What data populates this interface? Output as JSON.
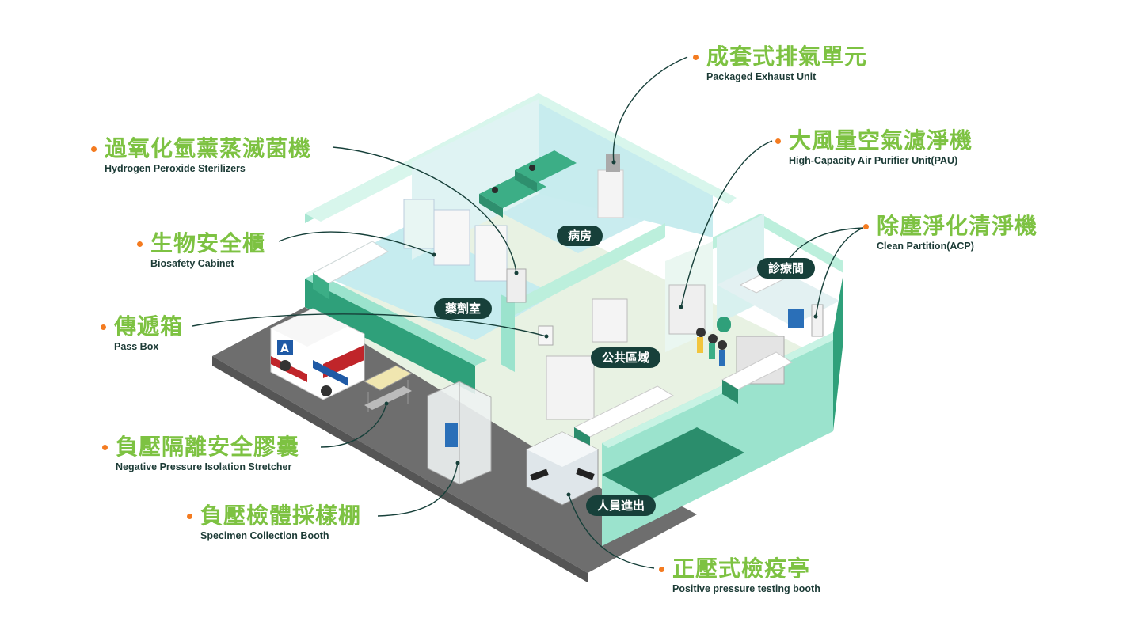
{
  "labels": [
    {
      "id": "exhaust",
      "zh": "成套式排氣單元",
      "en": "Packaged Exhaust Unit"
    },
    {
      "id": "pau",
      "zh": "大風量空氣濾淨機",
      "en": "High-Capacity Air Purifier Unit(PAU)"
    },
    {
      "id": "acp",
      "zh": "除塵淨化清淨機",
      "en": "Clean Partition(ACP)"
    },
    {
      "id": "h2o2",
      "zh": "過氧化氫薰蒸滅菌機",
      "en": "Hydrogen Peroxide Sterilizers"
    },
    {
      "id": "bsc",
      "zh": "生物安全櫃",
      "en": "Biosafety Cabinet"
    },
    {
      "id": "passbox",
      "zh": "傳遞箱",
      "en": "Pass Box"
    },
    {
      "id": "stretcher",
      "zh": "負壓隔離安全膠囊",
      "en": "Negative Pressure Isolation Stretcher"
    },
    {
      "id": "booth",
      "zh": "負壓檢體採樣棚",
      "en": "Specimen Collection Booth"
    },
    {
      "id": "positive",
      "zh": "正壓式檢疫亭",
      "en": "Positive pressure testing booth"
    }
  ],
  "rooms": {
    "ward": "病房",
    "clinic": "診療間",
    "pharmacy": "藥劑室",
    "public": "公共區域",
    "entrance": "人員進出"
  },
  "vehicle_letter": "A",
  "colors": {
    "accent_green": "#7dc242",
    "dot_orange": "#f47b20",
    "pill_dark": "#17403a",
    "wall_mint": "#9be3cd",
    "floor_pale": "#e9f3e6",
    "road_gray": "#6b6b6b"
  }
}
